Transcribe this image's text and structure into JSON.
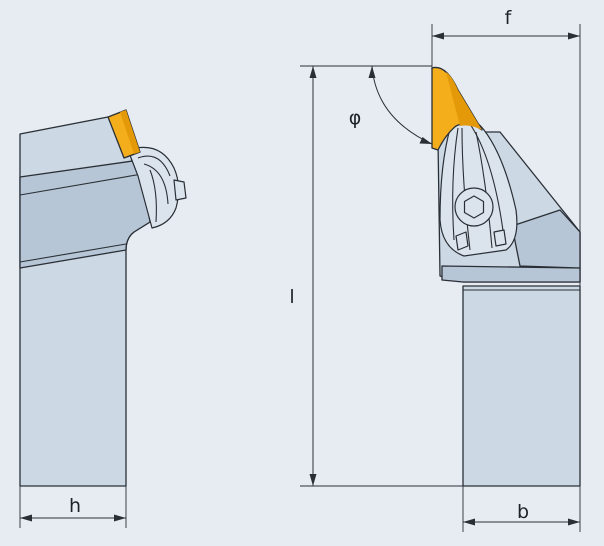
{
  "dimensions": {
    "h": "h",
    "b": "b",
    "f": "f",
    "l": "l",
    "phi": "φ"
  },
  "colors": {
    "background": "#e6ecf2",
    "holder": "#ccd8e4",
    "insert": "#f4ae1c",
    "outline": "#2a2f36"
  }
}
